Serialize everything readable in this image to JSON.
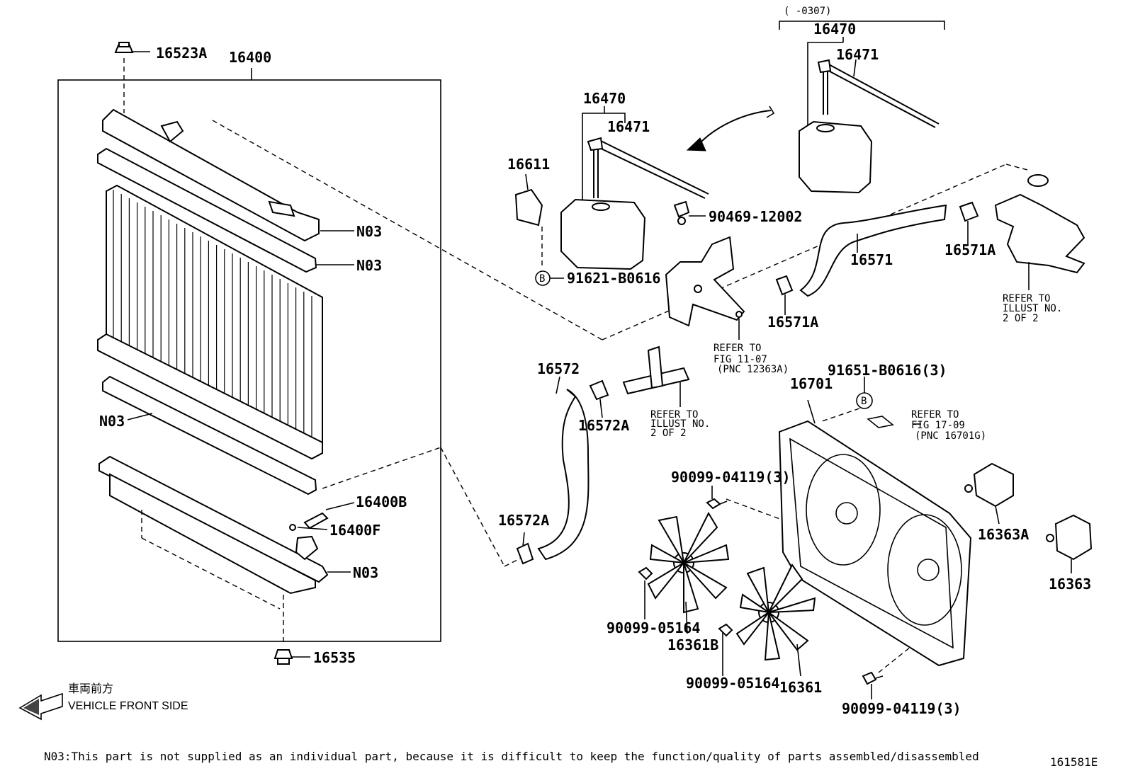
{
  "labels": {
    "p16523A": "16523A",
    "p16400": "16400",
    "n03_a": "N03",
    "n03_b": "N03",
    "n03_c": "N03",
    "n03_d": "N03",
    "p16400B": "16400B",
    "p16400F": "16400F",
    "p16535": "16535",
    "serial_range": "(      -0307)",
    "p16470_top": "16470",
    "p16471_top": "16471",
    "p16470_mid": "16470",
    "p16471_mid": "16471",
    "p16611": "16611",
    "p90469": "90469-12002",
    "p91621": "91621-B0616",
    "b_marker_1": "B",
    "b_marker_2": "B",
    "p16571": "16571",
    "p16571A_right": "16571A",
    "p16571A_left": "16571A",
    "p16572": "16572",
    "p16572A_top": "16572A",
    "p16572A_bottom": "16572A",
    "p91651": "91651-B0616(3)",
    "p16701": "16701",
    "p90099_04119_top": "90099-04119(3)",
    "p90099_04119_bottom": "90099-04119(3)",
    "p90099_05164_left": "90099-05164",
    "p90099_05164_right": "90099-05164",
    "p16361B": "16361B",
    "p16361": "16361",
    "p16363A": "16363A",
    "p16363": "16363"
  },
  "refers": {
    "fig1107": [
      "REFER TO",
      "FIG 11-07",
      "(PNC 12363A)"
    ],
    "illust_right": [
      "REFER TO",
      "ILLUST NO.",
      "2 OF 2"
    ],
    "illust_left": [
      "REFER TO",
      "ILLUST NO.",
      "2 OF 2"
    ],
    "fig1709": [
      "REFER TO",
      "FIG 17-09",
      "(PNC 16701G)"
    ]
  },
  "direction": {
    "jp": "車両前方",
    "en": "VEHICLE FRONT SIDE"
  },
  "footnote": "N03:This part is not supplied as an individual part, because it is difficult to keep the function/quality of parts assembled/disassembled",
  "illustration_id": "161581E"
}
